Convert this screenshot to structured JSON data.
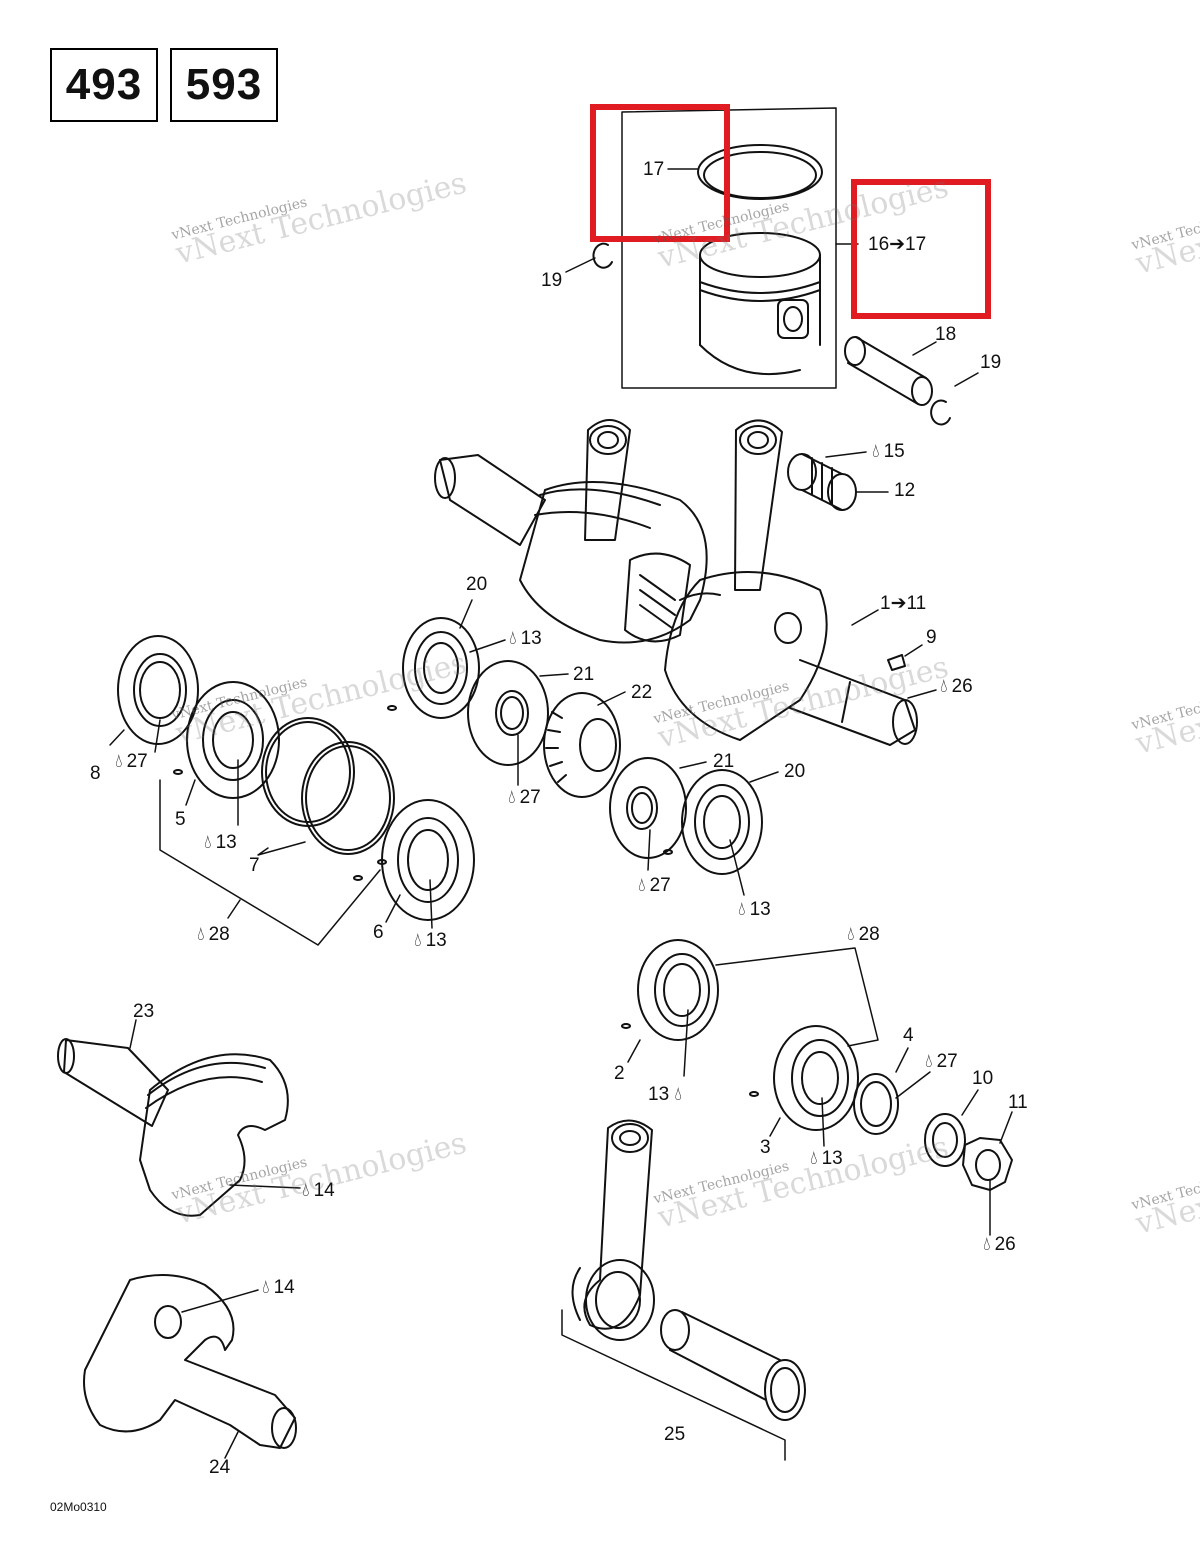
{
  "models": [
    "493",
    "593"
  ],
  "figure_code": "02Mo0310",
  "watermark": {
    "line1": "vNext Technologies",
    "line2": "vNext Technologies"
  },
  "accent_color": "#e01b22",
  "callouts": [
    {
      "id": "c17",
      "text": "17",
      "oil": false
    },
    {
      "id": "c16_17",
      "text": "16➔17",
      "oil": false
    },
    {
      "id": "c19a",
      "text": "19",
      "oil": false
    },
    {
      "id": "c18",
      "text": "18",
      "oil": false
    },
    {
      "id": "c19b",
      "text": "19",
      "oil": false
    },
    {
      "id": "c15",
      "text": "15",
      "oil": true
    },
    {
      "id": "c12",
      "text": "12",
      "oil": false
    },
    {
      "id": "c1_11",
      "text": "1➔11",
      "oil": false
    },
    {
      "id": "c20a",
      "text": "20",
      "oil": false
    },
    {
      "id": "c13a",
      "text": "13",
      "oil": true
    },
    {
      "id": "c21a",
      "text": "21",
      "oil": false
    },
    {
      "id": "c22",
      "text": "22",
      "oil": false
    },
    {
      "id": "c9",
      "text": "9",
      "oil": false
    },
    {
      "id": "c26a",
      "text": "26",
      "oil": true
    },
    {
      "id": "c8",
      "text": "8",
      "oil": false
    },
    {
      "id": "c27a",
      "text": "27",
      "oil": true
    },
    {
      "id": "c5",
      "text": "5",
      "oil": false
    },
    {
      "id": "c13b",
      "text": "13",
      "oil": true
    },
    {
      "id": "c7",
      "text": "7",
      "oil": false
    },
    {
      "id": "c27b",
      "text": "27",
      "oil": true
    },
    {
      "id": "c21b",
      "text": "21",
      "oil": false
    },
    {
      "id": "c20b",
      "text": "20",
      "oil": false
    },
    {
      "id": "c27c",
      "text": "27",
      "oil": true
    },
    {
      "id": "c13c",
      "text": "13",
      "oil": true
    },
    {
      "id": "c28a",
      "text": "28",
      "oil": true
    },
    {
      "id": "c6",
      "text": "6",
      "oil": false
    },
    {
      "id": "c13d",
      "text": "13",
      "oil": true
    },
    {
      "id": "c28b",
      "text": "28",
      "oil": true
    },
    {
      "id": "c23",
      "text": "23",
      "oil": false
    },
    {
      "id": "c4",
      "text": "4",
      "oil": false
    },
    {
      "id": "c27d",
      "text": "27",
      "oil": true
    },
    {
      "id": "c2",
      "text": "2",
      "oil": false
    },
    {
      "id": "c10",
      "text": "10",
      "oil": false
    },
    {
      "id": "c13e",
      "text": "13",
      "oil": true
    },
    {
      "id": "c11",
      "text": "11",
      "oil": false
    },
    {
      "id": "c3",
      "text": "3",
      "oil": false
    },
    {
      "id": "c13f",
      "text": "13",
      "oil": true
    },
    {
      "id": "c14a",
      "text": "14",
      "oil": true
    },
    {
      "id": "c26b",
      "text": "26",
      "oil": true
    },
    {
      "id": "c14b",
      "text": "14",
      "oil": true
    },
    {
      "id": "c25",
      "text": "25",
      "oil": false
    },
    {
      "id": "c24",
      "text": "24",
      "oil": false
    }
  ]
}
